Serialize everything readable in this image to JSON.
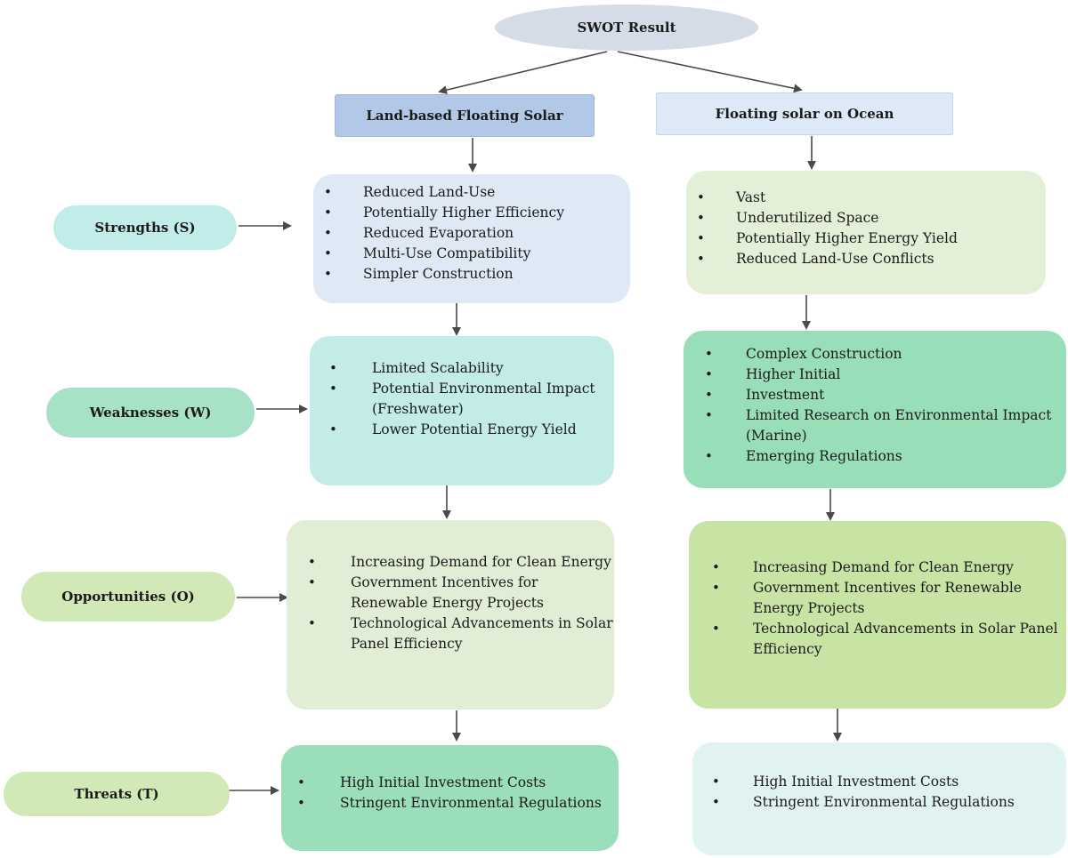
{
  "root": "SWOT Result",
  "columns": {
    "left": "Land-based Floating Solar",
    "right": "Floating solar on Ocean"
  },
  "labels": {
    "s": "Strengths (S)",
    "w": "Weaknesses (W)",
    "o": "Opportunities (O)",
    "t": "Threats (T)"
  },
  "left": {
    "strengths": [
      "Reduced Land-Use",
      "Potentially Higher Efficiency",
      "Reduced Evaporation",
      "Multi-Use Compatibility",
      "Simpler Construction"
    ],
    "weaknesses": [
      "Limited Scalability",
      "Potential Environmental Impact",
      "(Freshwater)",
      "Lower Potential Energy Yield"
    ],
    "opportunities": [
      "Increasing Demand for Clean Energy",
      "Government Incentives for",
      "Renewable Energy Projects",
      "Technological Advancements in Solar",
      "Panel Efficiency"
    ],
    "threats": [
      "High Initial Investment Costs",
      "Stringent Environmental Regulations"
    ]
  },
  "right": {
    "strengths": [
      "Vast",
      "Underutilized Space",
      "Potentially Higher Energy Yield",
      "Reduced Land-Use Conflicts"
    ],
    "weaknesses": [
      "Complex Construction",
      "Higher Initial",
      "Investment",
      " Limited Research on Environmental Impact",
      "(Marine)",
      "Emerging Regulations"
    ],
    "opportunities": [
      "Increasing Demand for Clean Energy",
      "Government Incentives for Renewable",
      "Energy Projects",
      "Technological Advancements in Solar Panel",
      "Efficiency"
    ],
    "threats": [
      "High Initial Investment Costs",
      " Stringent Environmental Regulations"
    ]
  }
}
